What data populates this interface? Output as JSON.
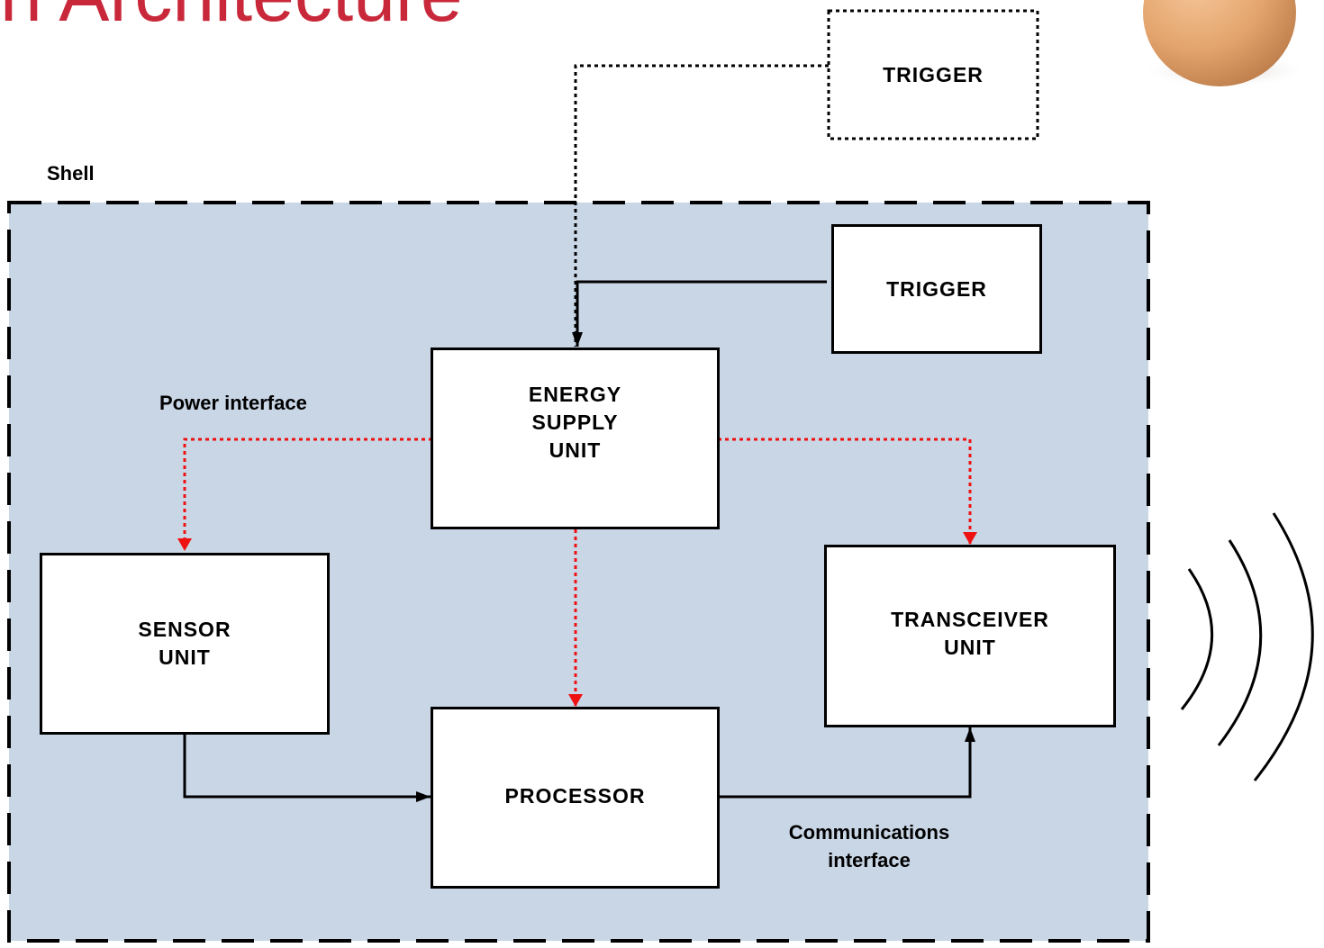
{
  "title_fragment": "n Architecture",
  "labels": {
    "shell": "Shell",
    "power_interface": "Power interface",
    "communications_interface": "Communications\ninterface"
  },
  "blocks": {
    "trigger_external": "TRIGGER",
    "trigger_internal": "TRIGGER",
    "energy_supply": "ENERGY\nSUPPLY\nUNIT",
    "sensor": "SENSOR\nUNIT",
    "processor": "PROCESSOR",
    "transceiver": "TRANSCEIVER\nUNIT"
  },
  "colors": {
    "title": "#c8283a",
    "shell_fill": "#c9d6e6",
    "power_line": "#ee1111",
    "line": "#000000"
  }
}
